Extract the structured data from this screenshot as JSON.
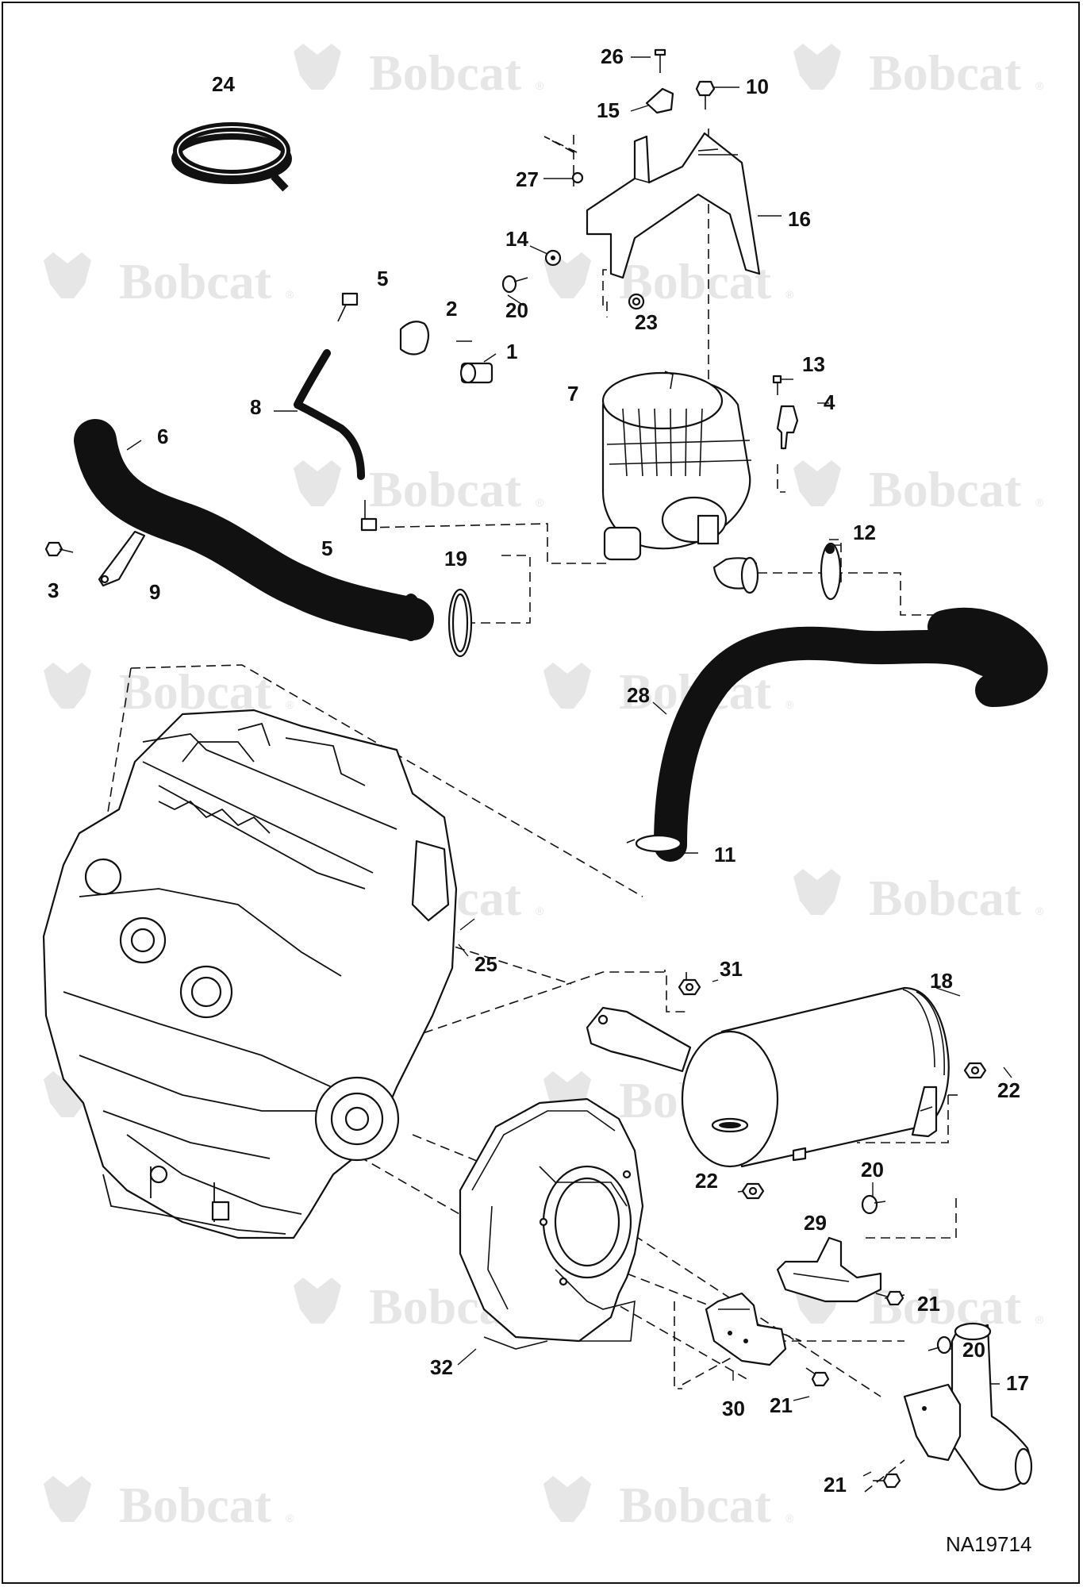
{
  "watermark": {
    "brand": "Bobcat",
    "reg": "®"
  },
  "callouts": {
    "c1": "1",
    "c2": "2",
    "c3": "3",
    "c4": "4",
    "c5a": "5",
    "c5b": "5",
    "c6": "6",
    "c7": "7",
    "c8": "8",
    "c9": "9",
    "c10": "10",
    "c11": "11",
    "c12": "12",
    "c13": "13",
    "c14": "14",
    "c15": "15",
    "c16": "16",
    "c17": "17",
    "c18": "18",
    "c19": "19",
    "c20a": "20",
    "c20b": "20",
    "c20c": "20",
    "c21a": "21",
    "c21b": "21",
    "c21c": "21",
    "c22a": "22",
    "c22b": "22",
    "c23": "23",
    "c24": "24",
    "c25": "25",
    "c26": "26",
    "c27": "27",
    "c28": "28",
    "c29": "29",
    "c30": "30",
    "c31": "31",
    "c32": "32"
  },
  "figure_id": "NA19714"
}
